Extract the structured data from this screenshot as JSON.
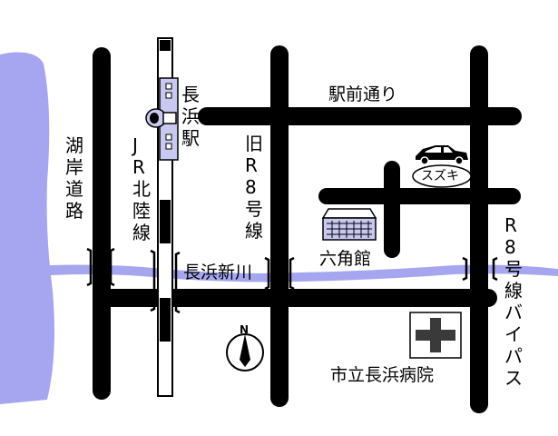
{
  "map": {
    "labels": {
      "lakeshore_road": "湖岸道路",
      "jr_line": "JR北陸線",
      "station": "長浜駅",
      "old_route8": "旧R8号線",
      "station_avenue": "駅前通り",
      "suzuki": "スズキ",
      "rokkakukan": "六角館",
      "nagahama_shinkawa": "長浜新川",
      "route8_bypass": "R8号線バイパス",
      "hospital": "市立長浜病院",
      "north": "N"
    },
    "colors": {
      "lake": "#a6a6f0",
      "road": "#000000",
      "river": "#a6a6f0",
      "hospital_cross": "#3a3a3a"
    }
  }
}
